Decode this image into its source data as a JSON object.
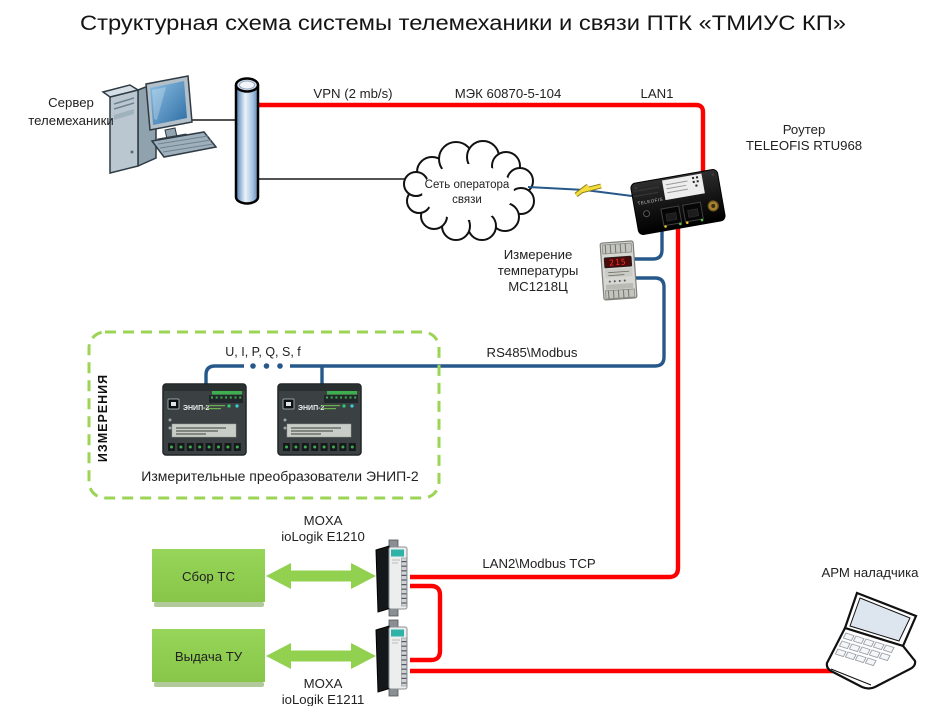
{
  "title": "Структурная схема системы телемеханики и связи ПТК «ТМИУС КП»",
  "labels": {
    "server": [
      "Сервер",
      "телемеханики"
    ],
    "vpn": "VPN (2 mb/s)",
    "mek": "МЭК 60870-5-104",
    "lan1": "LAN1",
    "router": [
      "Роутер",
      "TELEOFIS RTU968"
    ],
    "router_brand": "TELEOFIS",
    "cloud": [
      "Сеть оператора",
      "связи"
    ],
    "temp": [
      "Измерение",
      "температуры",
      "МС1218Ц"
    ],
    "temp_display": "215",
    "signals": "U, I, P, Q, S, f",
    "group_side": "ИЗМЕРЕНИЯ",
    "group_caption": "Измерительные преобразователи ЭНИП-2",
    "enip_device": "ЭНИП-2",
    "rs485": "RS485\\Modbus",
    "lan2": "LAN2\\Modbus TCP",
    "moxa_top": [
      "MOXA",
      "ioLogik E1210"
    ],
    "moxa_bottom": [
      "MOXA",
      "ioLogik E1211"
    ],
    "sbor_ts": "Сбор ТС",
    "vydacha_tu": "Выдача ТУ",
    "arm": "АРМ наладчика"
  },
  "colors": {
    "line_red": "#fe0000",
    "line_blue": "#27588a",
    "accent_green": "#92d050",
    "dashed_border_green": "#9cd455",
    "cylinder_blue": "#a8c4e0",
    "router_black": "#151515"
  }
}
